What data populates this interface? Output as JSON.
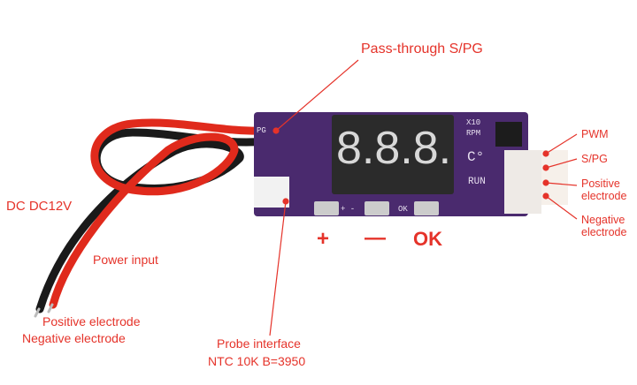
{
  "callouts": {
    "pass_through": "Pass-through S/PG",
    "pwm": "PWM",
    "spg": "S/PG",
    "positive_right": [
      "Positive",
      "electrode"
    ],
    "negative_right": [
      "Negative",
      "electrode"
    ],
    "dc": "DC DC12V",
    "power_input": "Power input",
    "positive_left": "Positive electrode",
    "negative_left": "Negative electrode",
    "probe": [
      "Probe interface",
      "NTC 10K B=3950"
    ]
  },
  "buttons": {
    "plus": "+",
    "minus": "—",
    "ok": "OK"
  },
  "board": {
    "pg": "PG",
    "x10": "X10",
    "rpm": "RPM",
    "celsius": "C°",
    "run": "RUN",
    "pm": "+ -",
    "ok": "OK",
    "display": "8.8.8."
  },
  "colors": {
    "label": "#e5332a",
    "pcb": "#4a2a6e"
  }
}
